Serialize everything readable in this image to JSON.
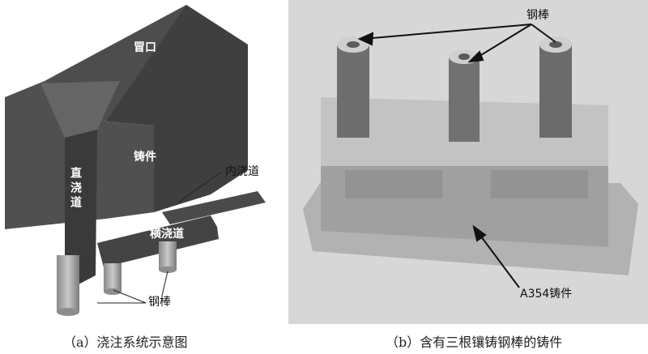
{
  "panel_a": {
    "labels": {
      "riser": "冒口",
      "casting": "铸件",
      "sprue": "直浇道",
      "ingate": "内浇道",
      "runner": "横浇道",
      "steel_rod": "钢棒"
    },
    "caption": "（a）浇注系统示意图"
  },
  "panel_b": {
    "labels": {
      "steel_rod": "钢棒",
      "casting": "A354铸件"
    },
    "caption": "（b）含有三根镶铸钢棒的铸件"
  },
  "colors": {
    "model_dark": "#4a4a4a",
    "model_light": "#6a6a6a",
    "photo_bg": "#d9d9d9"
  }
}
